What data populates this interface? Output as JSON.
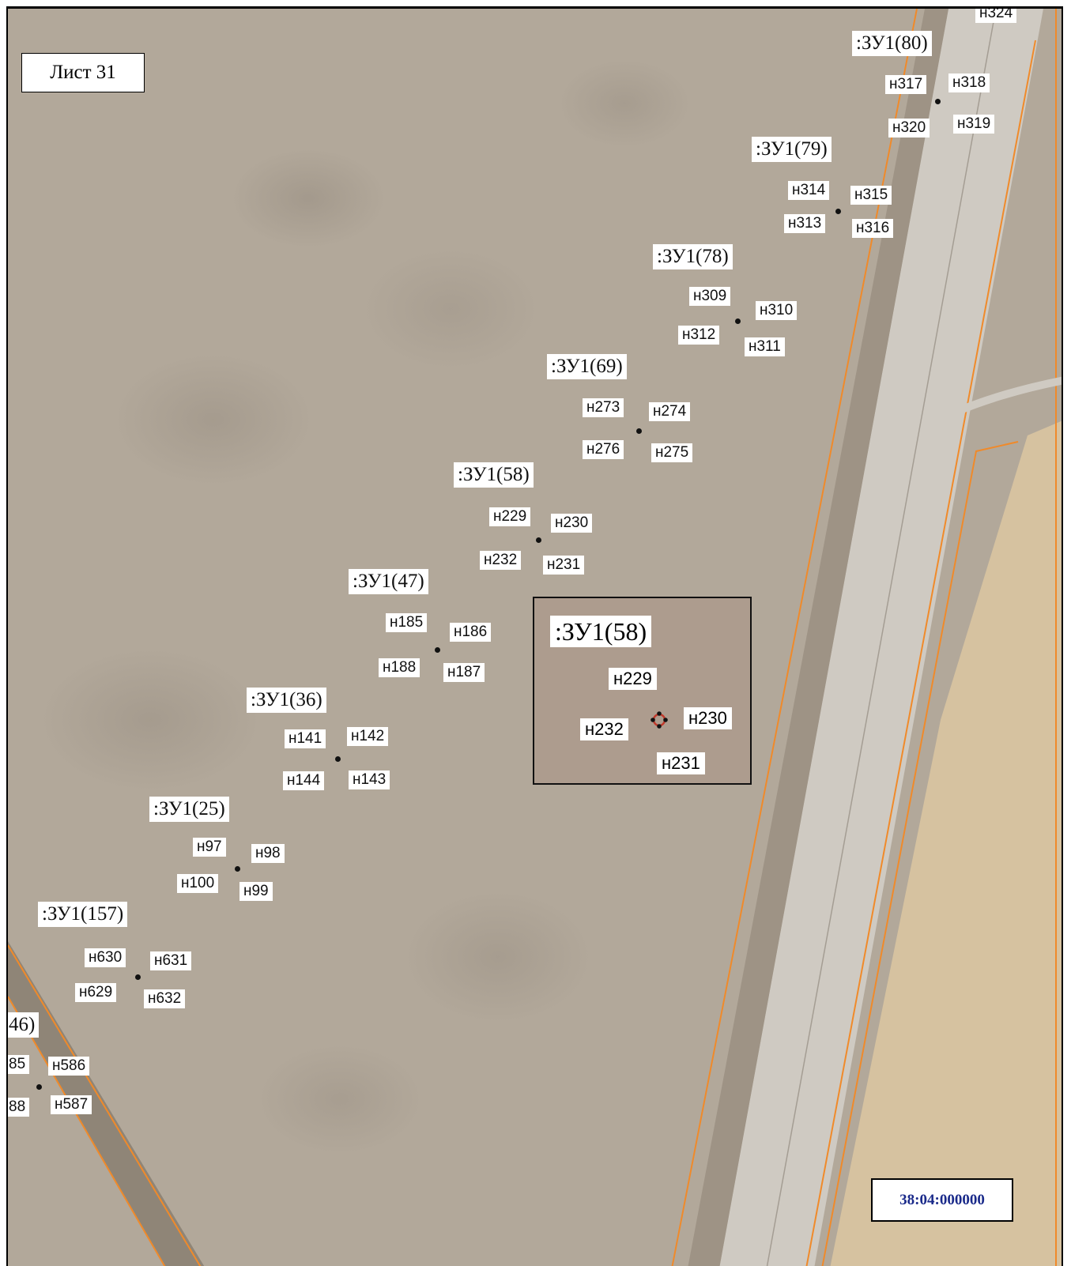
{
  "sheet_label": "Лист 31",
  "cadastral_number": "38:04:000000",
  "colors": {
    "ground": "#b2a89a",
    "field": "#d6c2a0",
    "road": "#cfcac2",
    "boundary": "#f08a2a",
    "cadastral_text": "#1a2a8a"
  },
  "parcels": [
    {
      "name": ":ЗУ1(80)",
      "points": [
        "н317",
        "н318",
        "н320",
        "н319"
      ]
    },
    {
      "name": ":ЗУ1(79)",
      "points": [
        "н314",
        "н315",
        "н313",
        "н316"
      ]
    },
    {
      "name": ":ЗУ1(78)",
      "points": [
        "н309",
        "н310",
        "н312",
        "н311"
      ]
    },
    {
      "name": ":ЗУ1(69)",
      "points": [
        "н273",
        "н274",
        "н276",
        "н275"
      ]
    },
    {
      "name": ":ЗУ1(58)",
      "points": [
        "н229",
        "н230",
        "н232",
        "н231"
      ]
    },
    {
      "name": ":ЗУ1(47)",
      "points": [
        "н185",
        "н186",
        "н188",
        "н187"
      ]
    },
    {
      "name": ":ЗУ1(36)",
      "points": [
        "н141",
        "н142",
        "н144",
        "н143"
      ]
    },
    {
      "name": ":ЗУ1(25)",
      "points": [
        "н97",
        "н98",
        "н100",
        "н99"
      ]
    },
    {
      "name": ":ЗУ1(157)",
      "points": [
        "н630",
        "н631",
        "н629",
        "н632"
      ]
    },
    {
      "name": "46)",
      "points": [
        "85",
        "н586",
        "88",
        "н587"
      ]
    }
  ],
  "top_cut_label": "н324",
  "inset": {
    "title": ":ЗУ1(58)",
    "points": [
      "н229",
      "н230",
      "н232",
      "н231"
    ]
  }
}
